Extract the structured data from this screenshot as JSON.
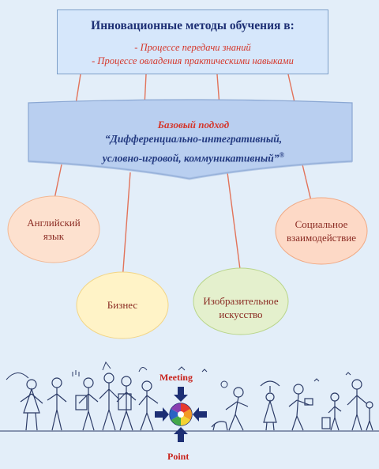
{
  "header": {
    "title": "Инновационные методы обучения в:",
    "items": [
      "- Процессе передачи знаний",
      "- Процессе овладения практическими навыками"
    ]
  },
  "approach": {
    "heading": "Базовый подход",
    "line1": "“Дифференциально-интегративный,",
    "line2": "условно-игровой, коммуникативный”",
    "mark": "®"
  },
  "areas": {
    "english": [
      "Английский",
      "язык"
    ],
    "business": "Бизнес",
    "art": [
      "Изобразительное",
      "искусство"
    ],
    "social": [
      "Социальное",
      "взаимодействие"
    ]
  },
  "meeting_point": {
    "top_word": "Meeting",
    "bottom_word": "Point"
  },
  "colors": {
    "background": "#e3eef9",
    "header_fill": "#d6e7fb",
    "banner_fill": "#b9cff0",
    "heading_red": "#d5362a",
    "navy": "#1d2f74",
    "connector": "#e2735a",
    "english_oval": "#fde1cf",
    "business_oval": "#fff3c7",
    "art_oval": "#e4f0cd",
    "social_oval": "#fdd9c6"
  }
}
